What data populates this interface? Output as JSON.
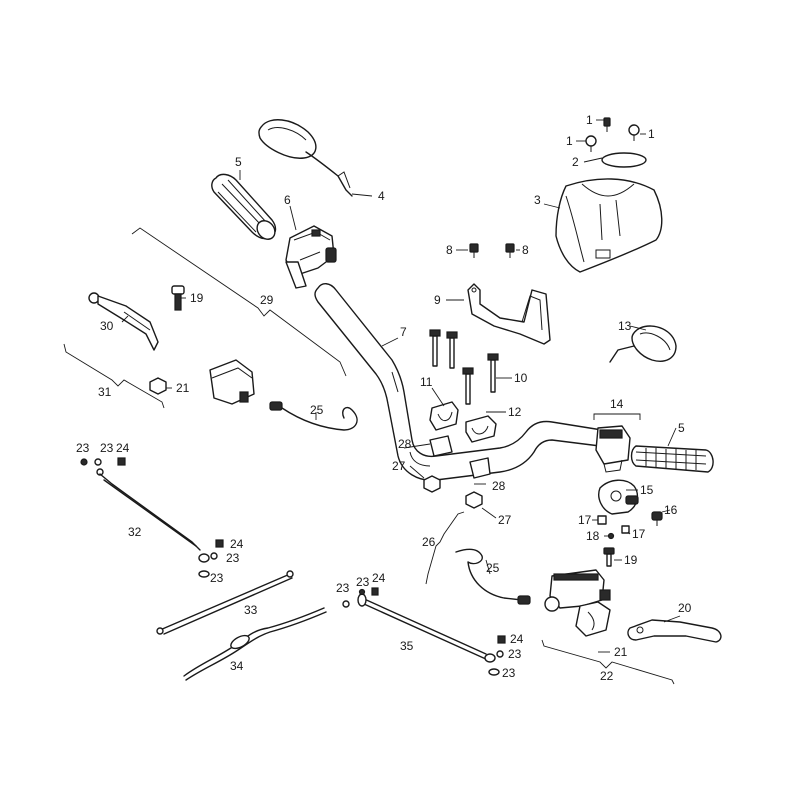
{
  "callouts": {
    "c1a": "1",
    "c1b": "1",
    "c1c": "1",
    "c2": "2",
    "c3": "3",
    "c4": "4",
    "c5a": "5",
    "c5b": "5",
    "c6": "6",
    "c7": "7",
    "c8a": "8",
    "c8b": "8",
    "c9": "9",
    "c10": "10",
    "c11": "11",
    "c12": "12",
    "c13": "13",
    "c14": "14",
    "c15": "15",
    "c16": "16",
    "c17a": "17",
    "c17b": "17",
    "c18": "18",
    "c19a": "19",
    "c19b": "19",
    "c20": "20",
    "c21a": "21",
    "c21b": "21",
    "c22": "22",
    "c23a": "23",
    "c23b": "23",
    "c23c": "23",
    "c23d": "23",
    "c23e": "23",
    "c23f": "23",
    "c23g": "23",
    "c24a": "24",
    "c24b": "24",
    "c24c": "24",
    "c24d": "24",
    "c25a": "25",
    "c25b": "25",
    "c26": "26",
    "c27a": "27",
    "c27b": "27",
    "c28a": "28",
    "c28b": "28",
    "c29": "29",
    "c30": "30",
    "c31": "31",
    "c32": "32",
    "c33": "33",
    "c34": "34",
    "c35": "35"
  }
}
